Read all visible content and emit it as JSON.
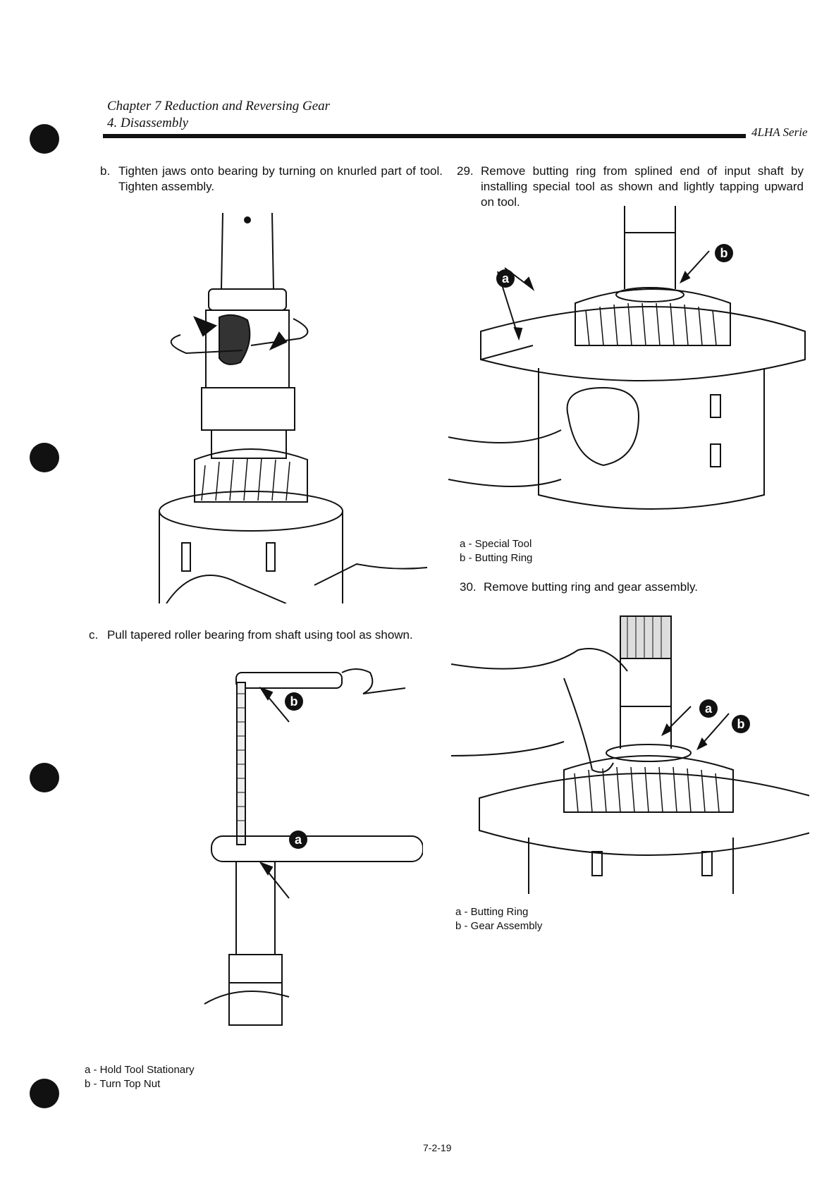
{
  "header": {
    "chapter": "Chapter 7 Reduction and Reversing Gear",
    "section": "4. Disassembly",
    "series": "4LHA Serie"
  },
  "left": {
    "step_b": {
      "label": "b.",
      "text": "Tighten jaws onto bearing by turning on knurled part of tool. Tighten assembly."
    },
    "step_c": {
      "label": "c.",
      "text": "Pull tapered roller bearing from shaft using tool as shown."
    },
    "fig2_callouts": {
      "a": "a",
      "b": "b"
    },
    "fig2_legend": [
      "a - Hold Tool Stationary",
      "b - Turn Top Nut"
    ]
  },
  "right": {
    "step_29": {
      "label": "29.",
      "text": "Remove butting ring from splined end of input shaft by installing special tool as shown and lightly tapping upward on tool."
    },
    "fig1_callouts": {
      "a": "a",
      "b": "b"
    },
    "fig1_legend": [
      "a - Special Tool",
      "b - Butting Ring"
    ],
    "step_30": {
      "label": "30.",
      "text": "Remove butting ring and gear assembly."
    },
    "fig2_callouts": {
      "a": "a",
      "b": "b"
    },
    "fig2_legend": [
      "a - Butting Ring",
      "b - Gear Assembly"
    ]
  },
  "footer": {
    "page_number": "7-2-19"
  }
}
